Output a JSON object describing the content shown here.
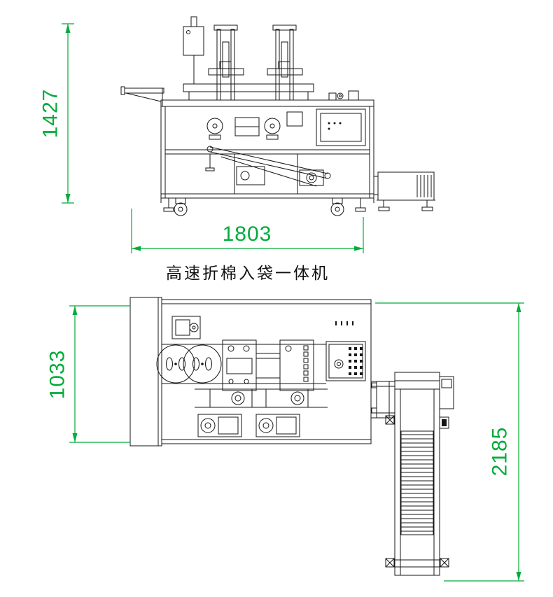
{
  "drawing": {
    "title": "高速折棉入袋一体机",
    "views": {
      "front": {
        "name": "front-elevation",
        "height_dim": "1427",
        "width_dim": "1803"
      },
      "plan": {
        "name": "top-plan",
        "depth_dim": "1033",
        "overall_dim": "2185"
      }
    },
    "colors": {
      "dimension": "#00AC3A",
      "linework": "#151515",
      "background": "#FFFFFF"
    }
  }
}
